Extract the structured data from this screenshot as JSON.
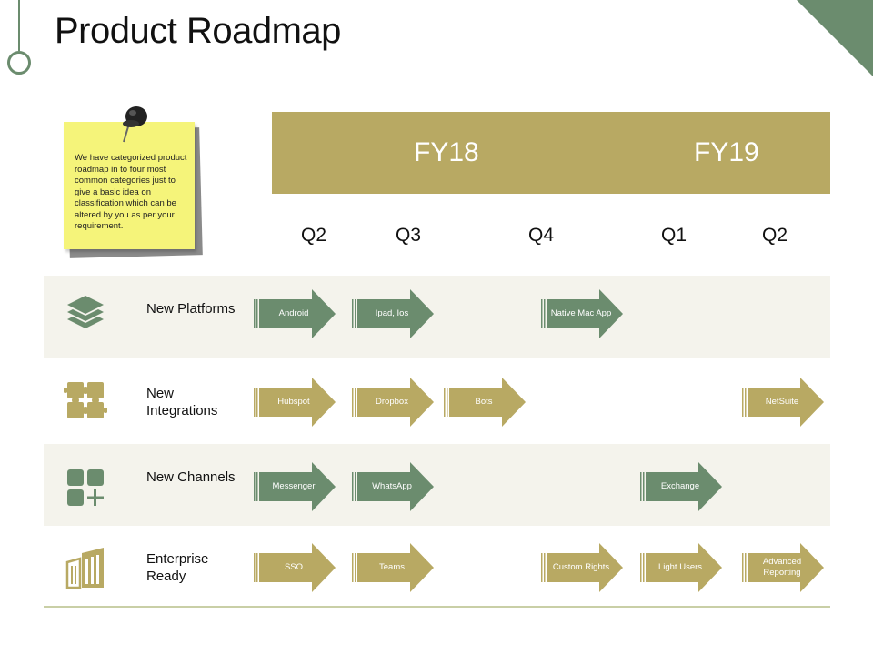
{
  "title": "Product Roadmap",
  "note": {
    "text": "We have categorized product roadmap in to four most common categories just to give a basic idea on classification which can be altered by you as per your requirement."
  },
  "fiscal_years": [
    "FY18",
    "FY19"
  ],
  "quarters": [
    "Q2",
    "Q3",
    "Q4",
    "Q1",
    "Q2"
  ],
  "colors": {
    "accent_gold": "#b8a963",
    "accent_green": "#6b8c6e",
    "row_stripe": "#f4f3ec",
    "note_yellow": "#f5f47a"
  },
  "rows": [
    {
      "label": "New Platforms",
      "icon": "layers-icon",
      "items": [
        {
          "text": "Android",
          "slot": 0,
          "color": "green"
        },
        {
          "text": "Ipad, Ios",
          "slot": 1,
          "color": "green"
        },
        {
          "text": "Native Mac App",
          "slot": 3,
          "color": "green"
        }
      ]
    },
    {
      "label": "New Integrations",
      "icon": "puzzle-icon",
      "items": [
        {
          "text": "Hubspot",
          "slot": 0,
          "color": "gold"
        },
        {
          "text": "Dropbox",
          "slot": 1,
          "color": "gold"
        },
        {
          "text": "Bots",
          "slot": 2,
          "color": "gold"
        },
        {
          "text": "NetSuite",
          "slot": 5,
          "color": "gold"
        }
      ]
    },
    {
      "label": "New Channels",
      "icon": "apps-add-icon",
      "items": [
        {
          "text": "Messenger",
          "slot": 0,
          "color": "green"
        },
        {
          "text": "WhatsApp",
          "slot": 1,
          "color": "green"
        },
        {
          "text": "Exchange",
          "slot": 4,
          "color": "green"
        }
      ]
    },
    {
      "label": "Enterprise Ready",
      "icon": "building-icon",
      "items": [
        {
          "text": "SSO",
          "slot": 0,
          "color": "gold"
        },
        {
          "text": "Teams",
          "slot": 1,
          "color": "gold"
        },
        {
          "text": "Custom Rights",
          "slot": 3,
          "color": "gold"
        },
        {
          "text": "Light Users",
          "slot": 4,
          "color": "gold"
        },
        {
          "text": "Advanced Reporting",
          "slot": 5,
          "color": "gold"
        }
      ]
    }
  ]
}
